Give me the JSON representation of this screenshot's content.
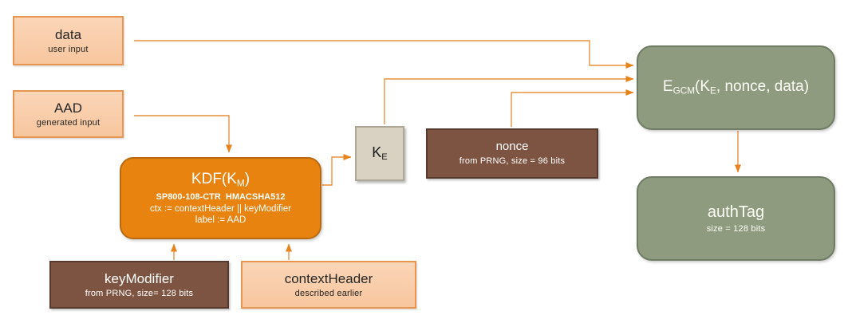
{
  "colors": {
    "background": "#ffffff",
    "arrow": "#e9913c",
    "arrowhead": "#e8831c",
    "peach_fill": "#f8cba6",
    "peach_border": "#e8964f",
    "orange_fill": "#e8830f",
    "orange_border": "#b96a10",
    "brown_fill": "#7c5441",
    "brown_border": "#553a2d",
    "green_fill": "#8e9b7e",
    "green_border": "#6e7c63",
    "beige_fill": "#d9d2c2",
    "beige_border": "#afa795",
    "dark_text": "#262626",
    "light_text": "#ffffff"
  },
  "boxes": {
    "data": {
      "title": "data",
      "subtitle": "user input"
    },
    "aad": {
      "title": "AAD",
      "subtitle": "generated input"
    },
    "kdf": {
      "title_pre": "KDF(K",
      "title_sub": "M",
      "title_post": ")",
      "algorithm": "SP800-108-CTR HMACSHA512",
      "ctx_line": "ctx := contextHeader || keyModifier",
      "label_line": "label := AAD"
    },
    "ke": {
      "symbol": "K",
      "symbol_sub": "E"
    },
    "nonce": {
      "title": "nonce",
      "subtitle": "from PRNG, size = 96 bits"
    },
    "egcm": {
      "part1": "E",
      "sub1": "GCM",
      "part2": "(K",
      "sub2": "E",
      "part3": ", nonce, data)"
    },
    "authtag": {
      "title": "authTag",
      "subtitle": "size = 128 bits"
    },
    "keymodifier": {
      "title": "keyModifier",
      "subtitle": "from PRNG, size= 128 bits"
    },
    "contextheader": {
      "title": "contextHeader",
      "subtitle": "described earlier"
    }
  }
}
